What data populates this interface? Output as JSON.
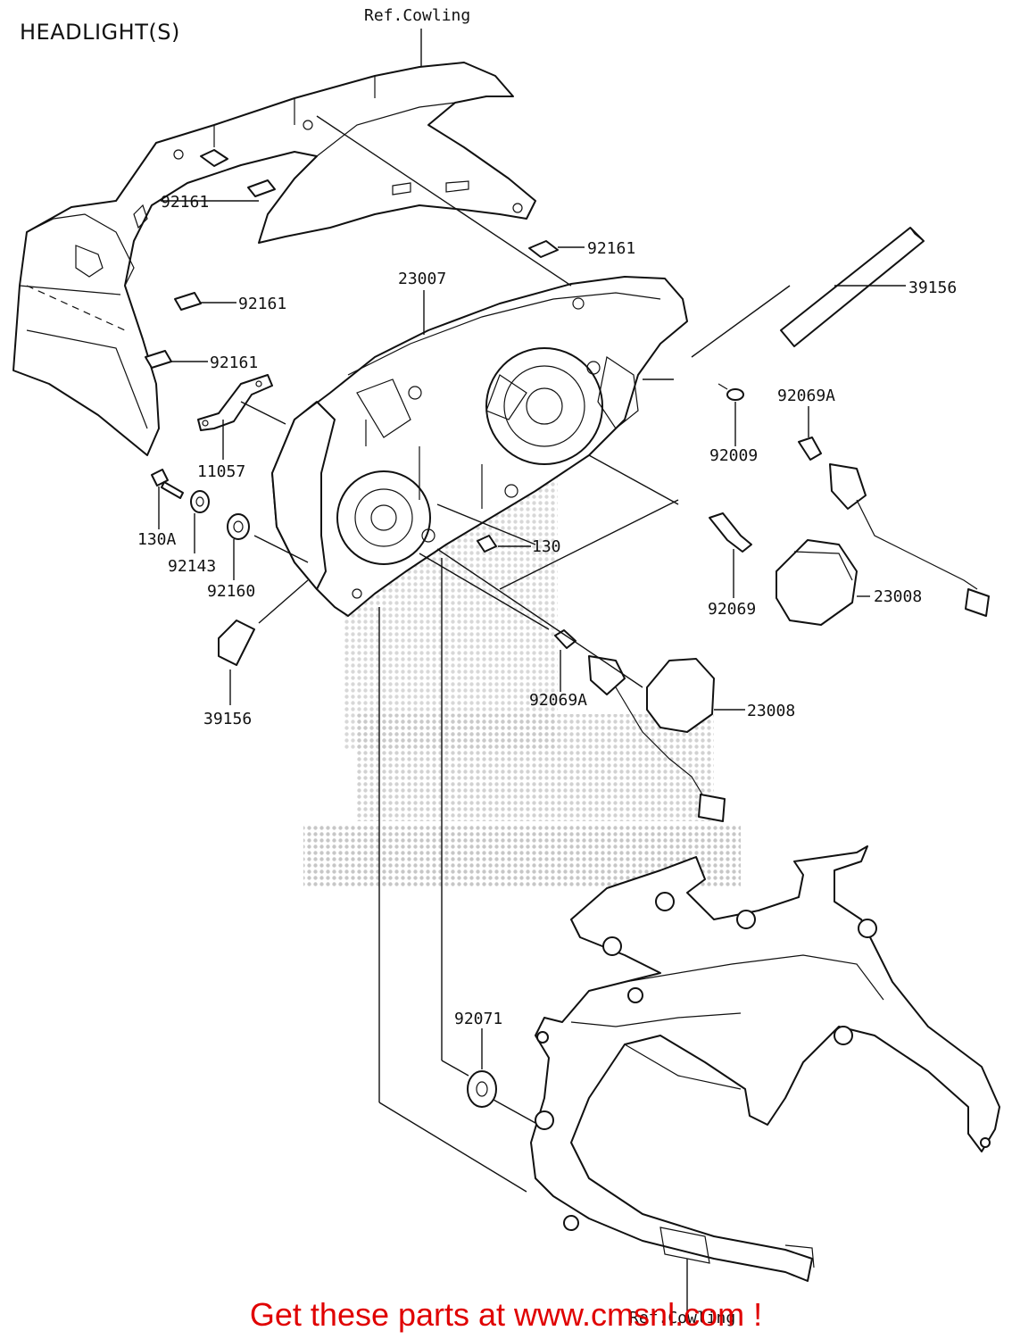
{
  "title": "HEADLIGHT(S)",
  "footer": "Get these parts at www.cmsnl.com !",
  "watermark_color": "#bdbdbd",
  "footer_color": "#e00000",
  "labels": {
    "ref_cowling_top": "Ref.Cowling",
    "ref_cowling_bottom": "Ref.Cowling",
    "p92161_a": "92161",
    "p92161_b": "92161",
    "p92161_c": "92161",
    "p92161_d": "92161",
    "p39156_a": "39156",
    "p39156_b": "39156",
    "p23007": "23007",
    "p11057": "11057",
    "p130A": "130A",
    "p92143": "92143",
    "p92160": "92160",
    "p130": "130",
    "p92009": "92009",
    "p92069A_a": "92069A",
    "p92069A_b": "92069A",
    "p92069": "92069",
    "p23008_a": "23008",
    "p23008_b": "23008",
    "p92071": "92071"
  }
}
